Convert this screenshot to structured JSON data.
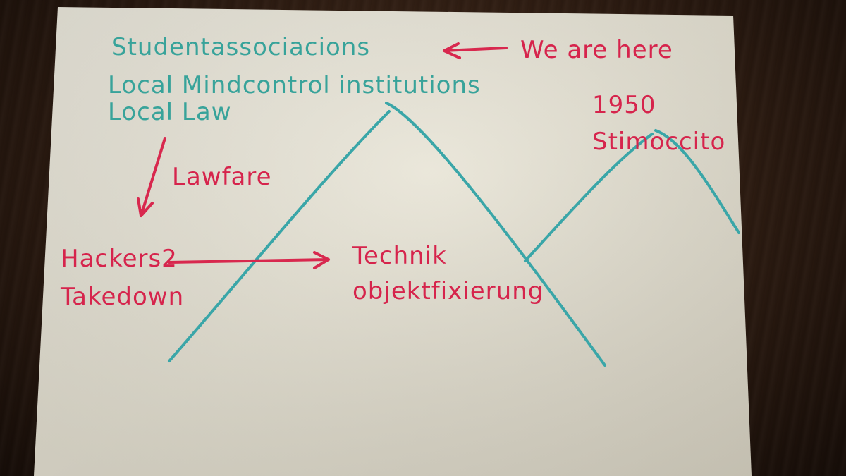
{
  "notes": {
    "line1": "Studentassociacions",
    "line2": "Local Mindcontrol institutions",
    "line3": "Local Law",
    "we_are_here": "We are here",
    "lawfare": "Lawfare",
    "hackers_1": "Hackers2",
    "hackers_2": "Takedown",
    "technik_1": "Technik",
    "technik_2": "objektfixierung",
    "year": "1950",
    "stimoccito": "Stimoccito"
  },
  "colors": {
    "teal_ink": "#3aa6a8",
    "red_ink": "#d8284e",
    "paper": "#e7e3d6",
    "table": "#2c1b11"
  }
}
